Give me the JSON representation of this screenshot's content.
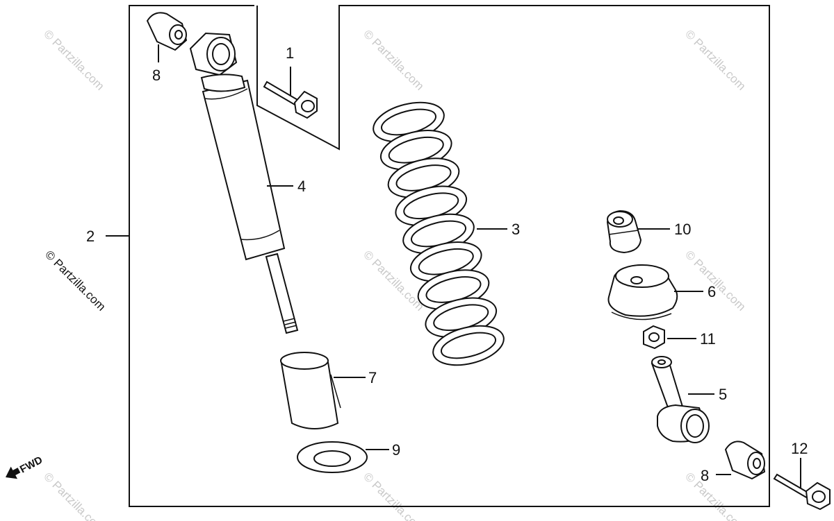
{
  "diagram": {
    "part_labels": {
      "p1": "1",
      "p2": "2",
      "p3": "3",
      "p4": "4",
      "p5": "5",
      "p6": "6",
      "p7": "7",
      "p8a": "8",
      "p8b": "8",
      "p9": "9",
      "p10": "10",
      "p11": "11",
      "p12": "12"
    },
    "direction_label": "FWD",
    "watermark": "© Partzilla.com"
  }
}
